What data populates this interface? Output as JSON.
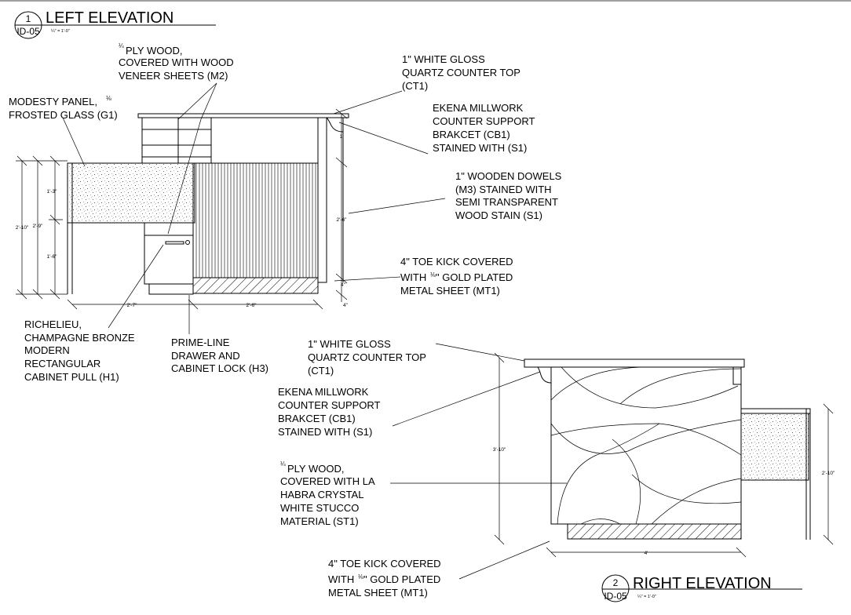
{
  "left_elevation": {
    "title": "LEFT ELEVATION",
    "tag_number": "1",
    "tag_sheet": "ID-05",
    "scale": "¼\" = 1'-0\"",
    "notes": {
      "plywood": [
        "PLY WOOD,",
        "COVERED WITH WOOD",
        "VENEER SHEETS (M2)"
      ],
      "plywood_frac": "1/4",
      "modesty": [
        "MODESTY PANEL,",
        "FROSTED GLASS (G1)"
      ],
      "modesty_frac": "1/8",
      "countertop": [
        "1\"  WHITE GLOSS",
        "QUARTZ COUNTER TOP",
        "(CT1)"
      ],
      "bracket": [
        "EKENA MILLWORK",
        "COUNTER SUPPORT",
        "BRAKCET (CB1)",
        "STAINED WITH (S1)"
      ],
      "dowels": [
        "1\" WOODEN DOWELS",
        "(M3) STAINED WITH",
        "SEMI TRANSPARENT",
        "WOOD STAIN (S1)"
      ],
      "toekick": [
        "4\" TOE KICK COVERED",
        "WITH",
        "\" GOLD PLATED",
        "METAL SHEET (MT1)"
      ],
      "toekick_frac": "1/8",
      "pull": [
        "RICHELIEU,",
        "CHAMPAGNE BRONZE",
        "MODERN",
        "RECTANGULAR",
        "CABINET PULL (H1)"
      ],
      "lock": [
        "PRIME-LINE",
        "DRAWER AND",
        "CABINET LOCK (H3)"
      ]
    },
    "dims": {
      "h_total": "2'-10\"",
      "h_mid": "2'-9\"",
      "h_upper": "1'-3\"",
      "h_lower": "1'-6\"",
      "h_right": "2'-6\"",
      "h_top": "1'",
      "h_kick": "4\"",
      "h_kick2": "4\"",
      "w_left": "2'-7\"",
      "w_right": "2'-6\""
    }
  },
  "right_elevation": {
    "title": "RIGHT ELEVATION",
    "tag_number": "2",
    "tag_sheet": "ID-05",
    "scale": "¼\" = 1'-0\"",
    "notes": {
      "countertop": [
        "1\"  WHITE GLOSS",
        "QUARTZ COUNTER TOP",
        "(CT1)"
      ],
      "bracket": [
        "EKENA MILLWORK",
        "COUNTER SUPPORT",
        "BRAKCET (CB1)",
        "STAINED WITH (S1)"
      ],
      "stucco": [
        "PLY WOOD,",
        "COVERED WITH LA",
        "HABRA CRYSTAL",
        "WHITE STUCCO",
        "MATERIAL (ST1)"
      ],
      "stucco_frac": "1/4",
      "toekick": [
        "4\" TOE KICK COVERED",
        "WITH",
        "\" GOLD PLATED",
        "METAL SHEET (MT1)"
      ],
      "toekick_frac": "1/8"
    },
    "dims": {
      "height": "3'-10\"",
      "side": "2'-10\"",
      "width": "4'"
    }
  }
}
